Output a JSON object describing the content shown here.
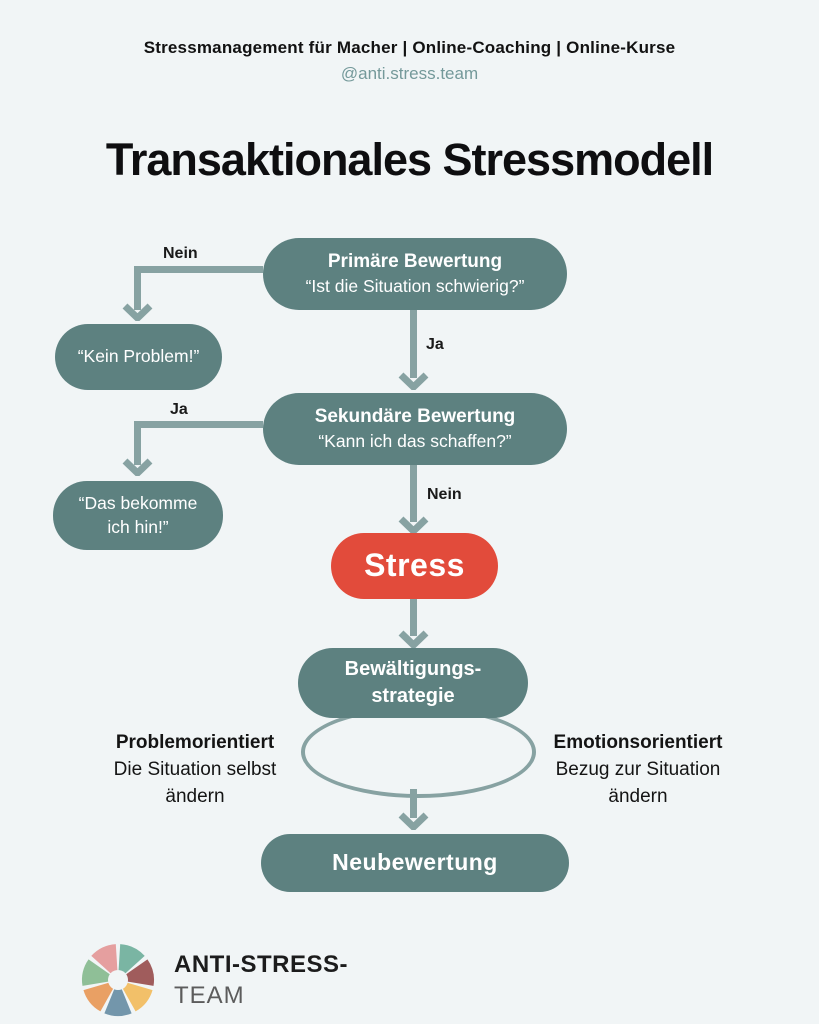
{
  "header": {
    "line1": "Stressmanagement für Macher | Online-Coaching | Online-Kurse",
    "handle": "@anti.stress.team"
  },
  "title": "Transaktionales Stressmodell",
  "colors": {
    "background": "#f1f5f6",
    "node_teal": "#5d8180",
    "arrow_teal": "#87a2a2",
    "stress_red": "#e24b3b",
    "handle_teal": "#74999a"
  },
  "diagram": {
    "nodes": {
      "primary": {
        "title": "Primäre Bewertung",
        "subtitle": "“Ist die Situation schwierig?”"
      },
      "no_problem": {
        "label": "“Kein Problem!”"
      },
      "secondary": {
        "title": "Sekundäre Bewertung",
        "subtitle": "“Kann ich das schaffen?”"
      },
      "can_do": {
        "line1": "“Das bekomme",
        "line2": "ich hin!”"
      },
      "stress": {
        "label": "Stress"
      },
      "coping": {
        "line1": "Bewältigungs-",
        "line2": "strategie"
      },
      "reappraisal": {
        "label": "Neubewertung"
      }
    },
    "edge_labels": {
      "primary_no": "Nein",
      "primary_yes": "Ja",
      "secondary_yes": "Ja",
      "secondary_no": "Nein"
    },
    "side_notes": {
      "problem": {
        "title": "Problemorientiert",
        "line1": "Die Situation selbst",
        "line2": "ändern"
      },
      "emotion": {
        "title": "Emotionsorientiert",
        "line1": "Bezug zur Situation",
        "line2": "ändern"
      }
    }
  },
  "footer": {
    "brand_line1": "ANTI-STRESS-",
    "brand_line2": "TEAM",
    "logo_colors": [
      "#7ab5a3",
      "#a05c5c",
      "#f2c069",
      "#7396ab",
      "#e9a064",
      "#8fbf97",
      "#e59f9f"
    ]
  }
}
